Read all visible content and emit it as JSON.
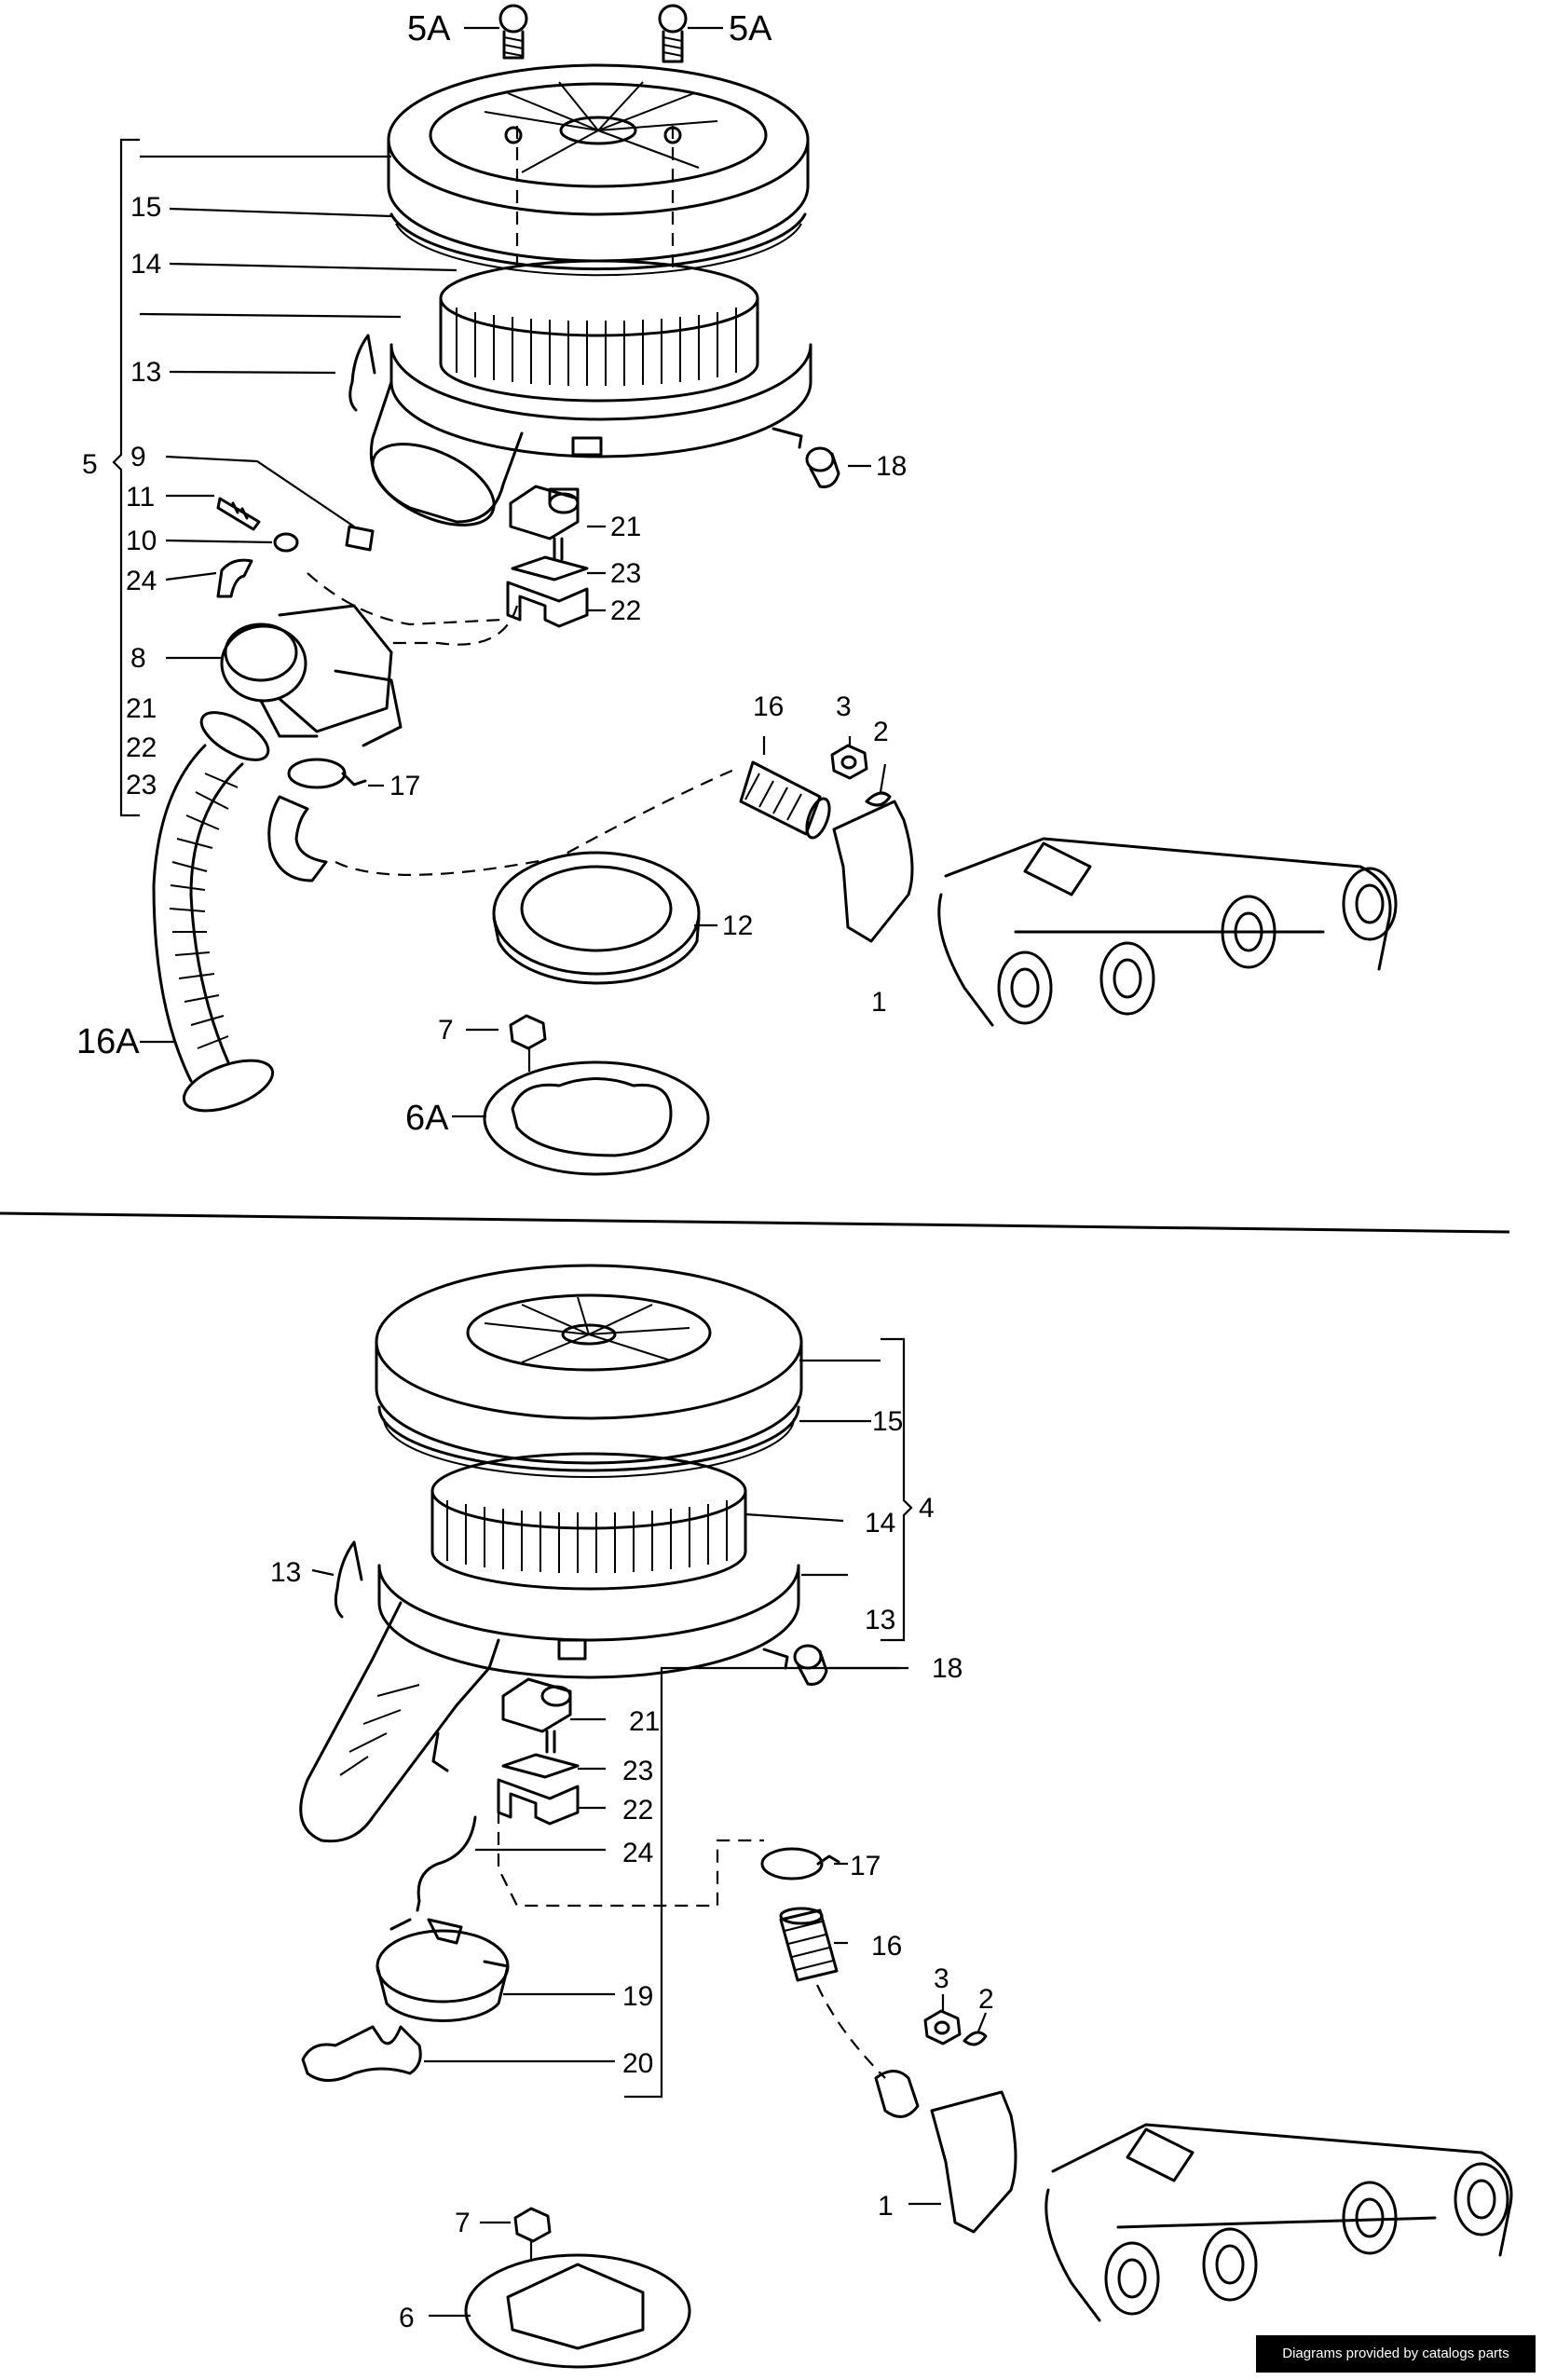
{
  "footer": {
    "credit": "Diagrams provided by catalogs parts"
  },
  "top": {
    "callouts": {
      "c5A_left": "5A",
      "c5A_right": "5A",
      "c15": "15",
      "c14": "14",
      "c13": "13",
      "c5": "5",
      "c9": "9",
      "c11": "11",
      "c10": "10",
      "c24": "24",
      "c8": "8",
      "c21a": "21",
      "c22a": "22",
      "c23a": "23",
      "c18": "18",
      "c21": "21",
      "c23": "23",
      "c22": "22",
      "c16": "16",
      "c3": "3",
      "c2": "2",
      "c17": "17",
      "c12": "12",
      "c1": "1",
      "c16A": "16A",
      "c7": "7",
      "c6A": "6A"
    }
  },
  "bottom": {
    "callouts": {
      "c15": "15",
      "c4": "4",
      "c14": "14",
      "c13_left": "13",
      "c13_right": "13",
      "c18": "18",
      "c21": "21",
      "c23": "23",
      "c22": "22",
      "c24": "24",
      "c17": "17",
      "c16": "16",
      "c19": "19",
      "c20": "20",
      "c3": "3",
      "c2": "2",
      "c1": "1",
      "c7": "7",
      "c6": "6"
    }
  }
}
